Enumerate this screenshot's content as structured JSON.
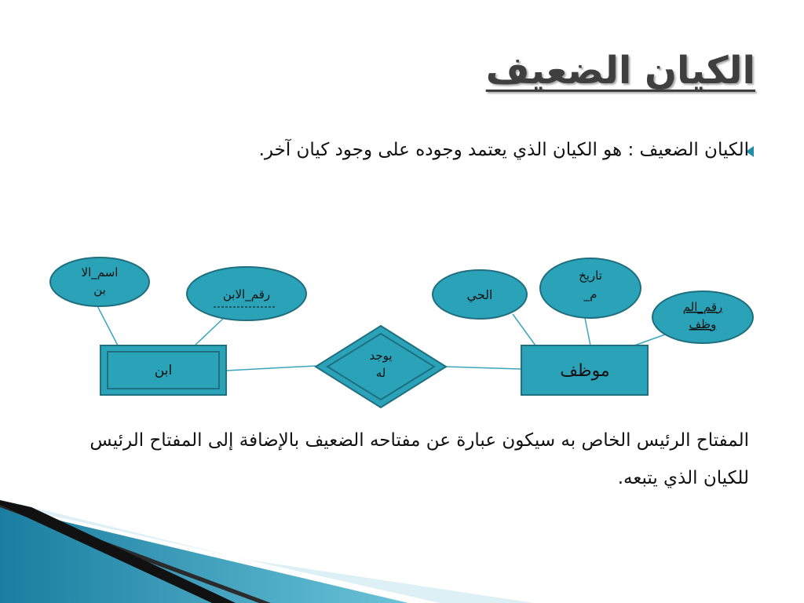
{
  "slide": {
    "title": "الكيان الضعيف",
    "bullet": "الكيان الضعيف : هو الكيان الذي يعتمد وجوده على وجود كيان آخر.",
    "paragraph": "المفتاح الرئيس الخاص به سيكون عبارة عن مفتاحه الضعيف بالإضافة إلى المفتاح الرئيس للكيان الذي يتبعه."
  },
  "diagram": {
    "weak_entity": "ابن",
    "strong_entity": "موظف",
    "relationship_line1": "يوجد",
    "relationship_line2": "له",
    "attr_child_name_line1": "اسم_الا",
    "attr_child_name_line2": "بن",
    "attr_child_number": "رقم_الابن",
    "attr_alive": "الحي",
    "attr_date_line1": "تاريخ",
    "attr_date_line2": "_م",
    "attr_emp_no_line1": "رقم_الم",
    "attr_emp_no_line2": "وظف"
  },
  "colors": {
    "accent": "#2aa3b8",
    "stroke": "#1f6f80",
    "text": "#111111",
    "title": "#3f3f3f"
  }
}
